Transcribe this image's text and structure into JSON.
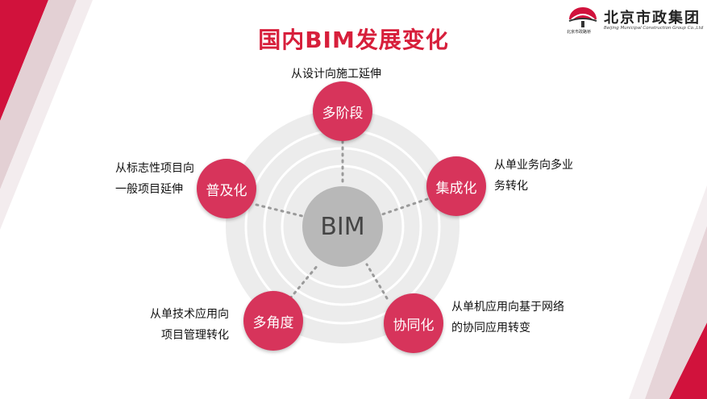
{
  "title": "国内BIM发展变化",
  "logo": {
    "name_cn": "北京市政集团",
    "name_en": "Beijing Municipal Construction Group Co.,Ltd",
    "sub_cn": "北京市政路桥"
  },
  "center_label": "BIM",
  "nodes": [
    {
      "label": "多阶段",
      "desc": [
        "从设计向施工延伸"
      ]
    },
    {
      "label": "集成化",
      "desc": [
        "从单业务向多业",
        "务转化"
      ]
    },
    {
      "label": "协同化",
      "desc": [
        "从单机应用向基于网络",
        "的协同应用转变"
      ]
    },
    {
      "label": "多角度",
      "desc": [
        "从单技术应用向",
        "项目管理转化"
      ]
    },
    {
      "label": "普及化",
      "desc": [
        "从标志性项目向",
        "一般项目延伸"
      ]
    }
  ],
  "colors": {
    "accent": "#d7345b",
    "title": "#d71f3b",
    "center": "#b8b8b8",
    "ring": "#ececec"
  }
}
